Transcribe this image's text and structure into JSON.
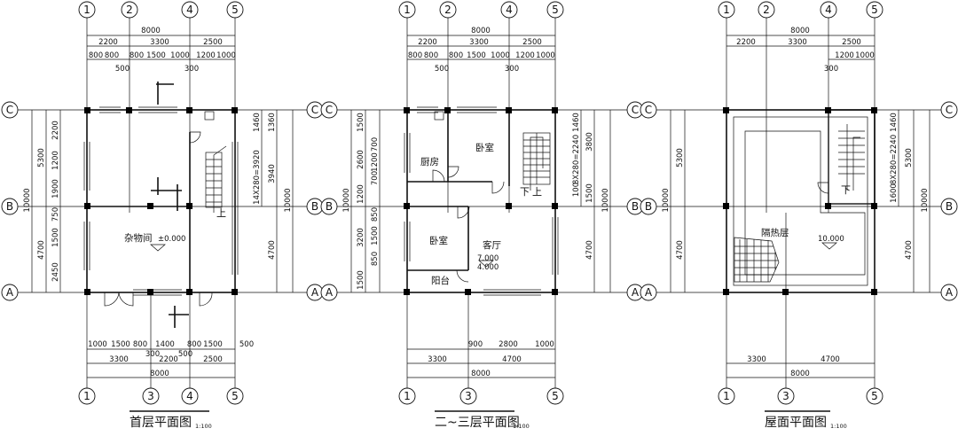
{
  "plans": [
    {
      "title": "首层平面图",
      "scale": "1:100",
      "top_axes": [
        "1",
        "2",
        "4",
        "5"
      ],
      "bottom_axes": [
        "1",
        "3",
        "4",
        "5"
      ],
      "side_axes": [
        "C",
        "B",
        "A"
      ],
      "top_total": "8000",
      "top_row1": [
        "2200",
        "3300",
        "2500"
      ],
      "top_row2": [
        "800",
        "800",
        "800",
        "1500",
        "1000",
        "1200",
        "1000"
      ],
      "top_row2_sub": [
        "500",
        "300"
      ],
      "bottom_row1": [
        "1000",
        "1500",
        "800",
        "1400",
        "800",
        "1500",
        "500"
      ],
      "bottom_row1_sub": [
        "300",
        "500"
      ],
      "bottom_row2": [
        "3300",
        "2200",
        "2500"
      ],
      "bottom_total": "8000",
      "left_outer": "10000",
      "left_mid": [
        "5300",
        "4700"
      ],
      "left_inner": [
        "2200",
        "1200",
        "1900",
        "750",
        "1500",
        "2450"
      ],
      "right_inner": [
        "1460",
        "1360"
      ],
      "right_mid": [
        "3940"
      ],
      "right_total": "10000",
      "right_low": "4700",
      "stair_note": "14X280=3920",
      "rooms": [
        {
          "name": "杂物间"
        }
      ],
      "level": "±0.000"
    },
    {
      "title": "二~三层平面图",
      "scale": "1:100",
      "top_axes": [
        "1",
        "2",
        "4",
        "5"
      ],
      "bottom_axes": [
        "1",
        "3",
        "5"
      ],
      "side_axes": [
        "C",
        "B",
        "A"
      ],
      "top_total": "8000",
      "top_row1": [
        "2200",
        "3300",
        "2500"
      ],
      "top_row2": [
        "800",
        "800",
        "800",
        "1500",
        "1000",
        "1200",
        "1000"
      ],
      "top_row2_sub": [
        "500",
        "300"
      ],
      "bottom_row1": [
        "900",
        "2800",
        "1000"
      ],
      "bottom_row2": [
        "3300",
        "4700"
      ],
      "bottom_total": "8000",
      "left_outer": "10000",
      "left_mid": [
        "1500",
        "2600",
        "1200",
        "3200",
        "1500"
      ],
      "left_inner": [
        "700",
        "1200",
        "700",
        "850",
        "1500",
        "850"
      ],
      "right_inner": [
        "1460",
        "3800",
        "100",
        "1500"
      ],
      "right_total": "10000",
      "right_low": "4700",
      "stair_note": "8X280=2240",
      "stair_marks": [
        "下",
        "上"
      ],
      "rooms": [
        {
          "name": "卧室"
        },
        {
          "name": "厨房"
        },
        {
          "name": "卧室"
        },
        {
          "name": "客厅"
        },
        {
          "name": "阳台"
        }
      ],
      "levels": [
        "7.000",
        "4.000"
      ]
    },
    {
      "title": "屋面平面图",
      "scale": "1:100",
      "top_axes": [
        "1",
        "2",
        "4",
        "5"
      ],
      "bottom_axes": [
        "1",
        "3",
        "5"
      ],
      "side_axes": [
        "C",
        "B",
        "A"
      ],
      "top_total": "8000",
      "top_row1": [
        "2200",
        "3300",
        "2500"
      ],
      "top_row2": [
        "1200",
        "1000"
      ],
      "top_row2_sub": [
        "300"
      ],
      "bottom_row2": [
        "3300",
        "4700"
      ],
      "bottom_total": "8000",
      "left_outer": "10000",
      "left_mid": [
        "5300",
        "4700"
      ],
      "right_inner": [
        "1460",
        "1600"
      ],
      "right_mid": [
        "5300",
        "4700"
      ],
      "right_total": "10000",
      "stair_note": "8X280=2240",
      "stair_marks": [
        "下"
      ],
      "rooms": [
        {
          "name": "隔热层"
        }
      ],
      "level": "10.000"
    }
  ]
}
